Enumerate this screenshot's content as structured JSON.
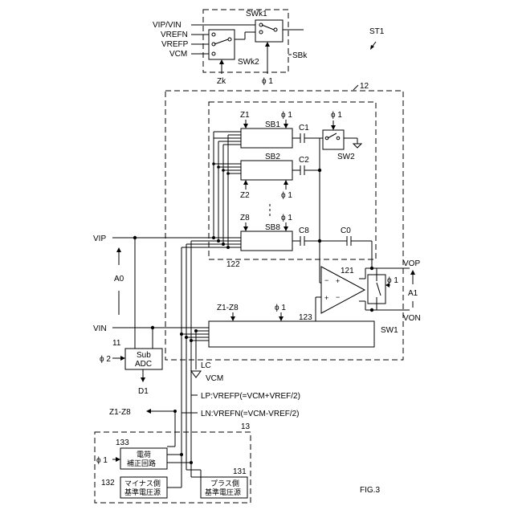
{
  "figure": {
    "label": "FIG.3"
  },
  "top_block": {
    "st_label": "ST1",
    "sbk_label": "SBk",
    "swk1": "SWk1",
    "swk2": "SWk2",
    "inputs": [
      "VIP/VIN",
      "VREFN",
      "VREFP",
      "VCM"
    ],
    "zk": "Zk",
    "phi1": "ϕ 1"
  },
  "block12": {
    "label": "12",
    "inner_label": "122",
    "sub_blocks": [
      {
        "z": "Z1",
        "phi": "ϕ 1",
        "name": "SB1",
        "cap": "C1"
      },
      {
        "z": "Z2",
        "phi": "ϕ 1",
        "name": "SB2",
        "cap": "C2"
      },
      {
        "z": "Z8",
        "phi": "ϕ 1",
        "name": "SB8",
        "cap": "C8"
      }
    ],
    "sw2": {
      "phi": "ϕ 1",
      "label": "SW2"
    },
    "c0": "C0",
    "amp": "121",
    "block123": "123",
    "z_range": "Z1-Z8",
    "phi_bottom": "ϕ 1",
    "sw1": {
      "phi": "ϕ 1",
      "label": "SW1"
    },
    "plus": "+",
    "minus": "−"
  },
  "signals": {
    "vip": "VIP",
    "vin": "VIN",
    "vop": "VOP",
    "von": "VON",
    "a0": "A0",
    "a1": "A1",
    "lc": "LC",
    "vcm": "VCM",
    "lp": "LP:VREFP(=VCM+VREF/2)",
    "ln": "LN:VREFN(=VCM-VREF/2)",
    "z_out": "Z1-Z8",
    "d1": "D1",
    "phi2": "ϕ 2"
  },
  "adc": {
    "num": "11",
    "line1": "Sub",
    "line2": "ADC"
  },
  "block13": {
    "label": "13",
    "b133": {
      "num": "133",
      "phi": "ϕ 1",
      "l1": "電荷",
      "l2": "補正回路"
    },
    "b132": {
      "num": "132",
      "l1": "マイナス側",
      "l2": "基準電圧源"
    },
    "b131": {
      "num": "131",
      "l1": "プラス側",
      "l2": "基準電圧源"
    }
  }
}
